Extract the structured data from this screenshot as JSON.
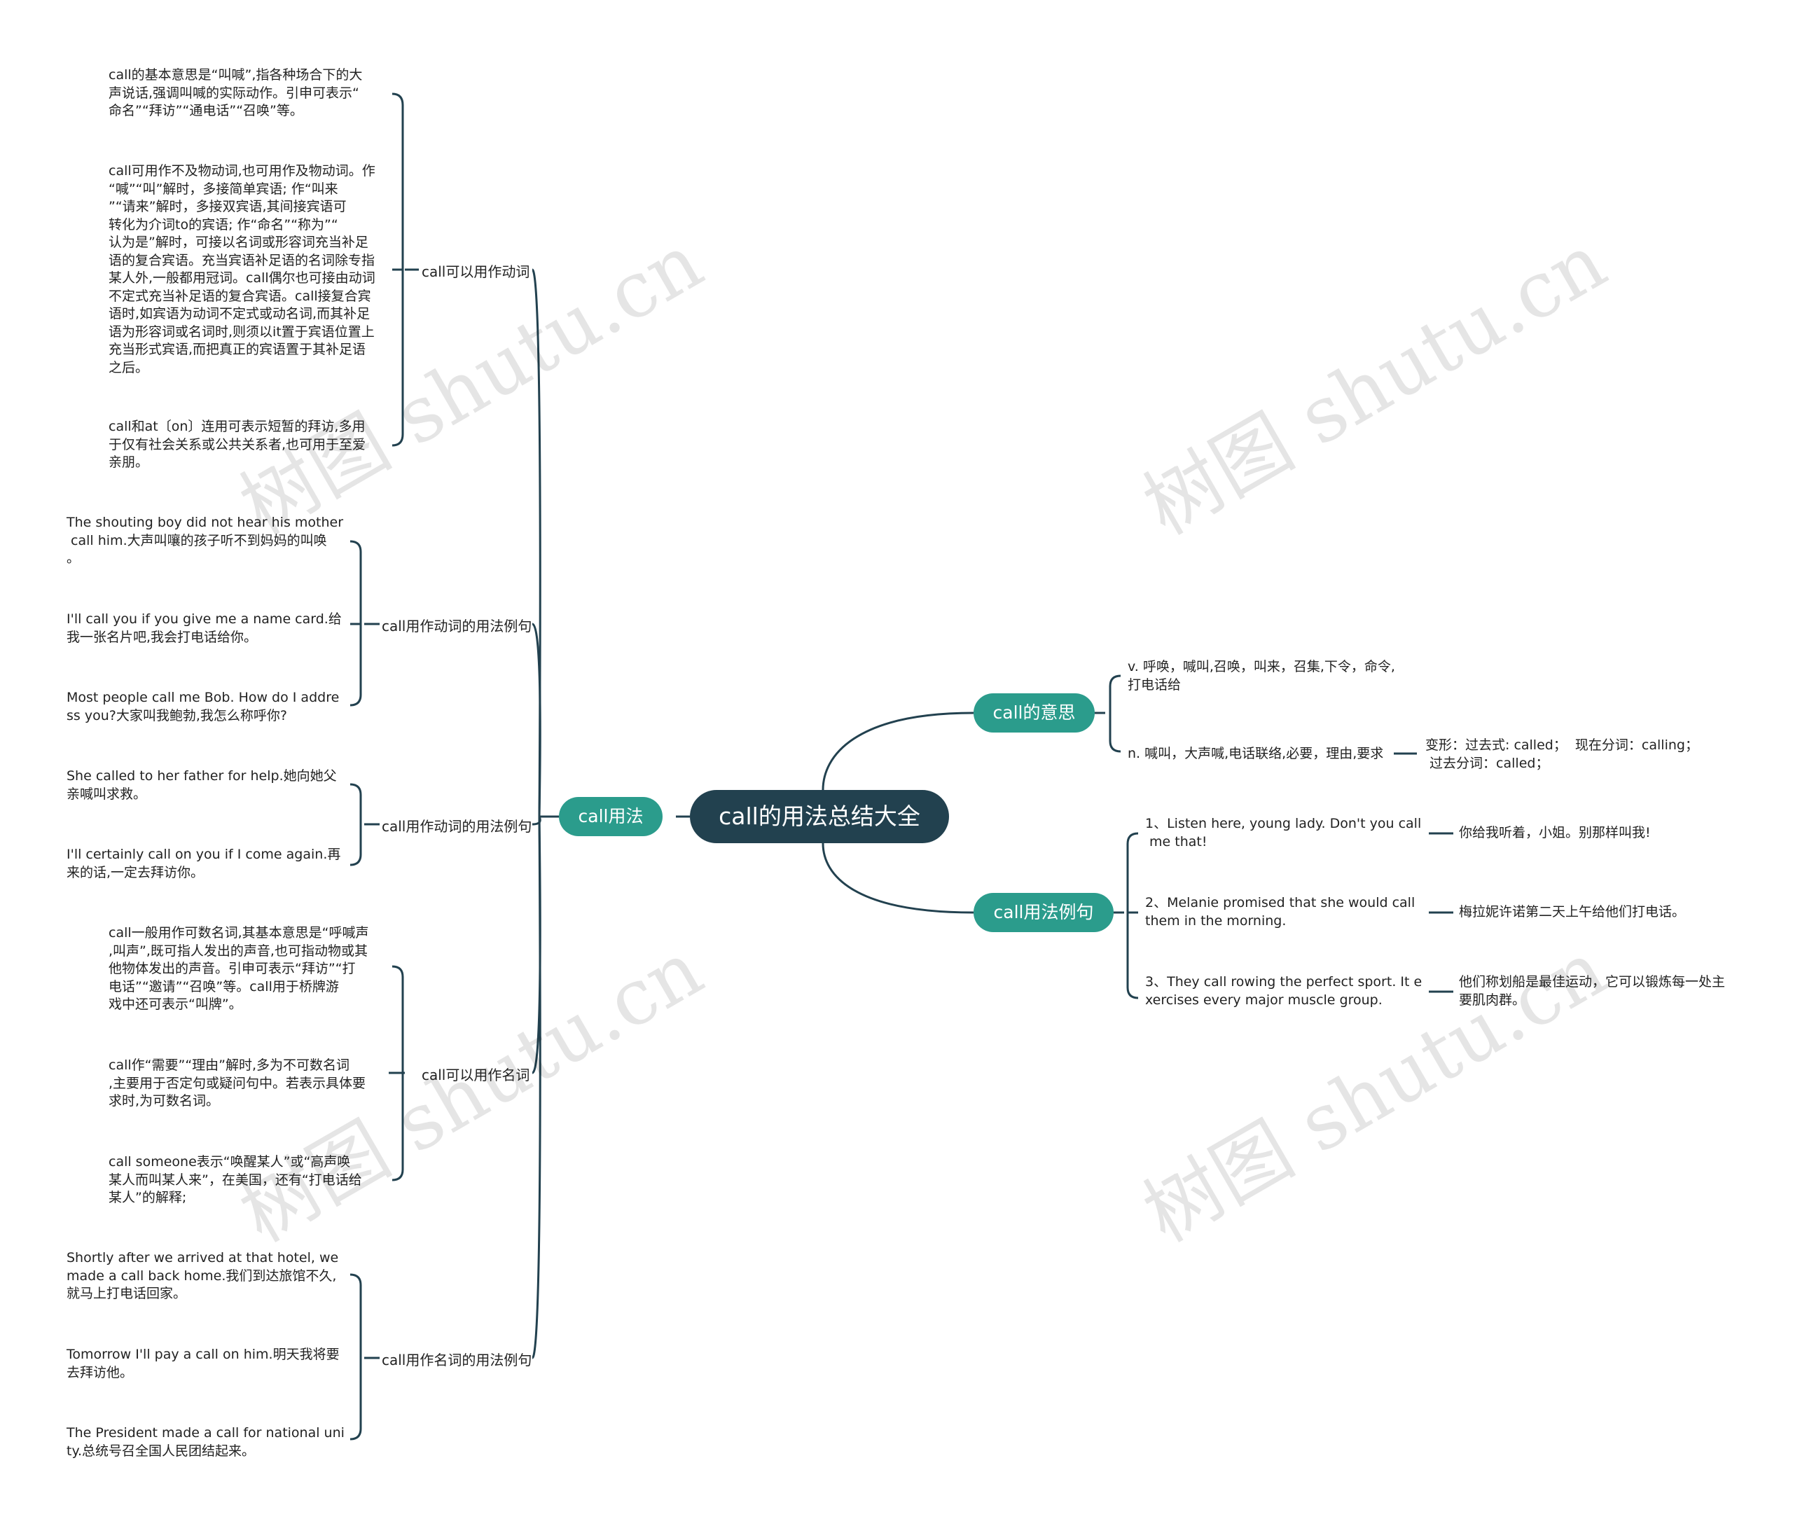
{
  "root": {
    "title": "call的用法总结大全"
  },
  "left": {
    "label": "call用法",
    "groups": [
      {
        "label": "call可以用作动词",
        "items": [
          "call的基本意思是“叫喊”,指各种场合下的大\n声说话,强调叫喊的实际动作。引申可表示“\n命名”“拜访”“通电话”“召唤”等。",
          "call可用作不及物动词,也可用作及物动词。作\n“喊”“叫”解时，多接简单宾语; 作“叫来\n”“请来”解时，多接双宾语,其间接宾语可\n转化为介词to的宾语; 作“命名”“称为”“\n认为是”解时，可接以名词或形容词充当补足\n语的复合宾语。充当宾语补足语的名词除专指\n某人外,一般都用冠词。call偶尔也可接由动词\n不定式充当补足语的复合宾语。call接复合宾\n语时,如宾语为动词不定式或动名词,而其补足\n语为形容词或名词时,则须以it置于宾语位置上\n充当形式宾语,而把真正的宾语置于其补足语\n之后。",
          "call和at〔on〕连用可表示短暂的拜访,多用\n于仅有社会关系或公共关系者,也可用于至爱\n亲朋。"
        ]
      },
      {
        "label": "call用作动词的用法例句",
        "items": [
          "The shouting boy did not hear his mother\n call him.大声叫嚷的孩子听不到妈妈的叫唤\n。",
          "I'll call you if you give me a name card.给\n我一张名片吧,我会打电话给你。",
          "Most people call me Bob. How do I addre\nss you?大家叫我鲍勃,我怎么称呼你?"
        ]
      },
      {
        "label": "call用作动词的用法例句",
        "items": [
          "She called to her father for help.她向她父\n亲喊叫求救。",
          "I'll certainly call on you if I come again.再\n来的话,一定去拜访你。"
        ]
      },
      {
        "label": "call可以用作名词",
        "items": [
          "call一般用作可数名词,其基本意思是“呼喊声\n,叫声”,既可指人发出的声音,也可指动物或其\n他物体发出的声音。引申可表示“拜访”“打\n电话”“邀请”“召唤”等。call用于桥牌游\n戏中还可表示“叫牌”。",
          "call作“需要”“理由”解时,多为不可数名词\n,主要用于否定句或疑问句中。若表示具体要\n求时,为可数名词。",
          "call someone表示“唤醒某人”或“高声唤\n某人而叫某人来”，在美国，还有“打电话给\n某人”的解释;"
        ]
      },
      {
        "label": "call用作名词的用法例句",
        "items": [
          "Shortly after we arrived at that hotel, we\nmade a call back home.我们到达旅馆不久,\n就马上打电话回家。",
          "Tomorrow I'll pay a call on him.明天我将要\n去拜访他。",
          "The President made a call for national uni\nty.总统号召全国人民团结起来。"
        ]
      }
    ]
  },
  "meaning": {
    "label": "call的意思",
    "items": [
      "v. 呼唤，喊叫,召唤，叫来，召集,下令，命令,\n打电话给",
      "n. 喊叫，大声喊,电话联络,必要，理由,要求"
    ],
    "forms": "变形：过去式: called；  现在分词：calling；\n 过去分词：called；"
  },
  "examples": {
    "label": "call用法例句",
    "items": [
      {
        "en": "1、Listen here, young lady. Don't you call\n me that!",
        "zh": "你给我听着，小姐。别那样叫我!"
      },
      {
        "en": "2、Melanie promised that she would call\nthem in the morning.",
        "zh": "梅拉妮许诺第二天上午给他们打电话。"
      },
      {
        "en": "3、They call rowing the perfect sport. It e\nxercises every major muscle group.",
        "zh": "他们称划船是最佳运动，它可以锻炼每一处主\n要肌肉群。"
      }
    ]
  },
  "watermark": "树图 shutu.cn",
  "colors": {
    "root": "#22414f",
    "main": "#2b9c8c",
    "line": "#22414f"
  }
}
